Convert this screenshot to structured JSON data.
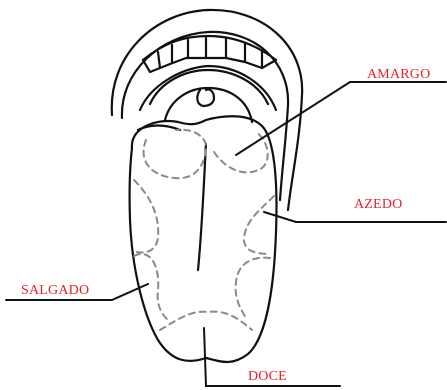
{
  "labels": {
    "amargo": "AMARGO",
    "azedo": "AZEDO",
    "salgado": "SALGADO",
    "doce": "DOCE"
  },
  "colors": {
    "label_text": "#e8202a",
    "outline": "#111111",
    "zone_dash": "#8a8a8a",
    "background": "#ffffff"
  }
}
